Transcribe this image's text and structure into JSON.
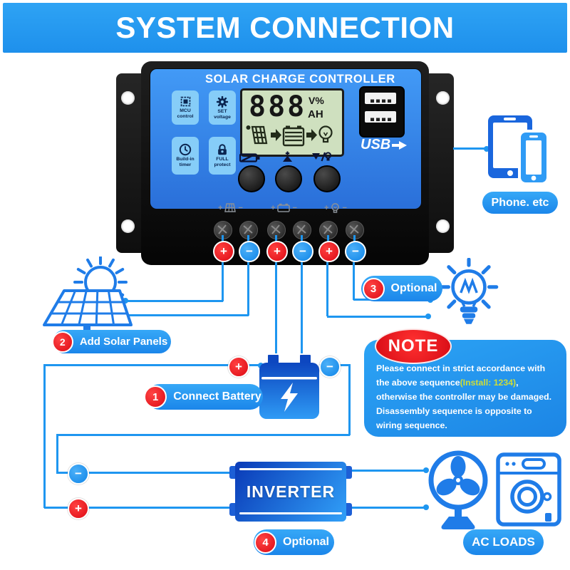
{
  "colors": {
    "accent_blue": "#1e96f0",
    "banner_blue": "#2196f3",
    "device_face_blue": "#2e7fe3",
    "badge_light_blue": "#86cdf8",
    "lcd_green": "#cfe0bf",
    "marker_red": "#e8131f",
    "note_highlight_yellow": "#cddc39"
  },
  "banner": {
    "title": "SYSTEM CONNECTION"
  },
  "controller": {
    "title": "SOLAR CHARGE CONTROLLER",
    "features": [
      {
        "icon": "mcu-chip-icon",
        "line1": "MCU",
        "line2": "control"
      },
      {
        "icon": "gear-icon",
        "line1": "SET",
        "line2": "voltage"
      },
      {
        "icon": "clock-icon",
        "line1": "Build-in",
        "line2": "timer"
      },
      {
        "icon": "padlock-icon",
        "line1": "FULL",
        "line2": "protect"
      }
    ],
    "lcd": {
      "digits": "888",
      "unit_top": "V%",
      "unit_bottom": "AH"
    },
    "usb_logo": "USB",
    "terminal_signs": [
      "+",
      "−",
      "+",
      "−",
      "+",
      "−"
    ]
  },
  "wiring": {
    "plus_sign": "+",
    "minus_sign": "−",
    "battery_positive_sign": "+",
    "battery_negative_sign": "−",
    "inverter_negative_sign": "−",
    "inverter_positive_sign": "+"
  },
  "labels": {
    "phone_etc": "Phone. etc",
    "optional_load": {
      "number": "3",
      "text": "Optional"
    },
    "add_solar_panels": {
      "number": "2",
      "text": "Add Solar Panels"
    },
    "connect_battery": {
      "number": "1",
      "text": "Connect Battery"
    },
    "optional_inverter": {
      "number": "4",
      "text": "Optional"
    },
    "ac_loads": "AC LOADS",
    "inverter": "INVERTER"
  },
  "note": {
    "title": "NOTE",
    "text_before": "Please connect in strict accordance with the above sequence",
    "highlight": "(Install: 1234)",
    "text_after": ", otherwise the controller may be damaged. Disassembly sequence is opposite to wiring sequence."
  }
}
